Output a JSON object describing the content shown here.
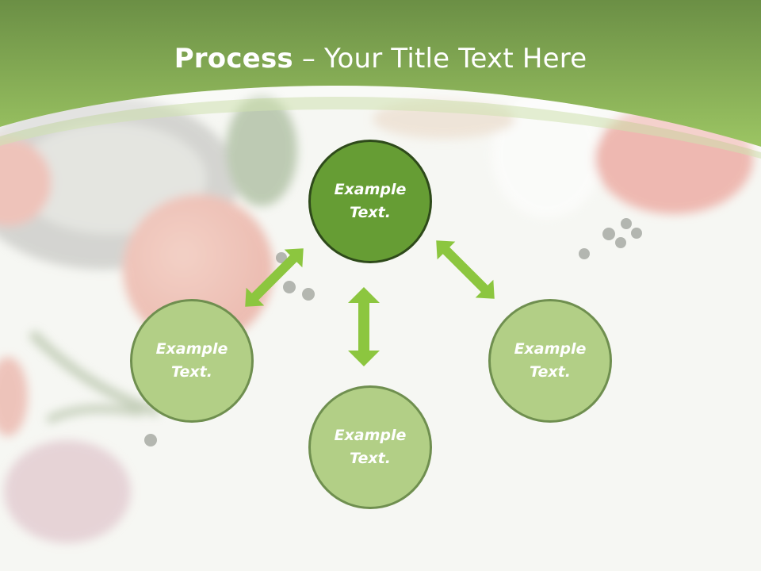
{
  "slide": {
    "title_bold": "Process",
    "title_rest": " – Your Title Text Here"
  },
  "nodes": {
    "center": {
      "line1": "Example",
      "line2": "Text."
    },
    "left": {
      "line1": "Example",
      "line2": "Text."
    },
    "bottom": {
      "line1": "Example",
      "line2": "Text."
    },
    "right": {
      "line1": "Example",
      "line2": "Text."
    }
  },
  "colors": {
    "header_green": "#8fb75a",
    "center_node": "#669d34",
    "outer_node": "#b2cf86",
    "arrow": "#8cc63f"
  }
}
